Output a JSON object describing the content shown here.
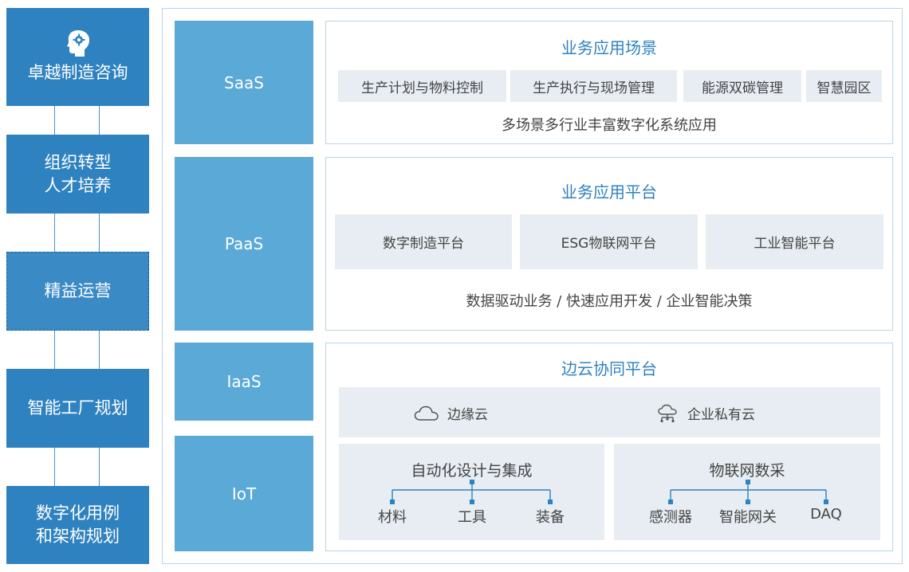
{
  "left_column": {
    "consulting": "卓越制造咨询",
    "org_line1": "组织转型",
    "org_line2": "人才培养",
    "lean": "精益运营",
    "factory": "智能工厂规划",
    "digital_line1": "数字化用例",
    "digital_line2": "和架构规划"
  },
  "layers": {
    "saas": "SaaS",
    "paas": "PaaS",
    "iaas": "IaaS",
    "iot": "IoT"
  },
  "saas_panel": {
    "title": "业务应用场景",
    "items": [
      "生产计划与物料控制",
      "生产执行与现场管理",
      "能源双碳管理",
      "智慧园区"
    ],
    "description": "多场景多行业丰富数字化系统应用"
  },
  "paas_panel": {
    "title": "业务应用平台",
    "items": [
      "数字制造平台",
      "ESG物联网平台",
      "工业智能平台"
    ],
    "description": "数据驱动业务 / 快速应用开发 / 企业智能决策"
  },
  "edge_panel": {
    "title": "边云协同平台",
    "edge_cloud": "边缘云",
    "private_cloud": "企业私有云",
    "automation": {
      "title": "自动化设计与集成",
      "children": [
        "材料",
        "工具",
        "装备"
      ]
    },
    "iot_collection": {
      "title": "物联网数采",
      "children": [
        "感测器",
        "智能网关",
        "DAQ"
      ]
    }
  },
  "colors": {
    "left_box": "#2f82c0",
    "layer_box": "#5aa9d6",
    "panel_title": "#2f82c0",
    "chip_bg": "#e7edf2",
    "border": "#b8d4e8"
  }
}
